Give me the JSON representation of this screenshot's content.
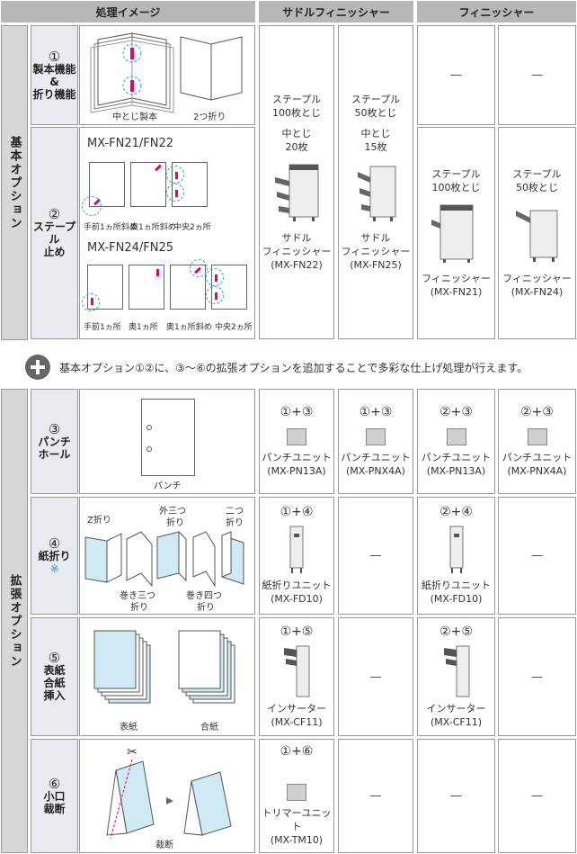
{
  "header": {
    "col_process": "処理イメージ",
    "col_saddle": "サドルフィニッシャー",
    "col_finisher": "フィニッシャー"
  },
  "groups": {
    "basic": "基本オプション",
    "extended": "拡張オプション"
  },
  "rows": {
    "r1": {
      "num": "①",
      "label_lines": [
        "製本機能",
        "&",
        "折り機能"
      ],
      "img_labels": [
        "中とじ製本",
        "2つ折り"
      ]
    },
    "r2": {
      "num": "②",
      "label_lines": [
        "ステープル",
        "止め"
      ],
      "model_a": "MX-FN21/FN22",
      "model_b": "MX-FN24/FN25",
      "labels_a": [
        "手前1ヵ所斜め",
        "奥1ヵ所斜め",
        "中央2ヵ所"
      ],
      "labels_b": [
        "手前1ヵ所",
        "奥1ヵ所",
        "奥1ヵ所斜め",
        "中央2ヵ所"
      ]
    },
    "r3": {
      "num": "③",
      "label_lines": [
        "パンチ",
        "ホール"
      ],
      "img_label": "パンチ"
    },
    "r4": {
      "num": "④",
      "label_lines": [
        "紙折り"
      ],
      "note_mark": "※",
      "img_labels": [
        "Z折り",
        "外三つ",
        "折り",
        "二つ",
        "折り",
        "巻き三つ",
        "折り",
        "巻き四つ",
        "折り"
      ]
    },
    "r5": {
      "num": "⑤",
      "label_lines": [
        "表紙",
        "合紙",
        "挿入"
      ],
      "img_labels": [
        "表紙",
        "合紙"
      ]
    },
    "r6": {
      "num": "⑥",
      "label_lines": [
        "小口",
        "裁断"
      ],
      "img_label": "裁断"
    }
  },
  "basic_cells": {
    "fn22": {
      "lines": [
        "ステープル",
        "100枚とじ"
      ],
      "mid": [
        "中とじ",
        "20枚"
      ],
      "name": [
        "サドル",
        "フィニッシャー",
        "(MX-FN22)"
      ]
    },
    "fn25": {
      "lines": [
        "ステープル",
        "50枚とじ"
      ],
      "mid": [
        "中とじ",
        "15枚"
      ],
      "name": [
        "サドル",
        "フィニッシャー",
        "(MX-FN25)"
      ]
    },
    "fn21": {
      "lines": [
        "ステープル",
        "100枚とじ"
      ],
      "name": [
        "フィニッシャー",
        "(MX-FN21)"
      ]
    },
    "fn24": {
      "lines": [
        "ステープル",
        "50枚とじ"
      ],
      "name": [
        "フィニッシャー",
        "(MX-FN24)"
      ]
    },
    "dash": "—"
  },
  "notice": "基本オプション①②に、③〜⑥の拡張オプションを追加することで多彩な仕上げ処理が行えます。",
  "ext_cells": {
    "r3": [
      {
        "combo": "①+③",
        "name": "パンチユニット",
        "model": "(MX-PN13A)"
      },
      {
        "combo": "①+③",
        "name": "パンチユニット",
        "model": "(MX-PNX4A)"
      },
      {
        "combo": "②+③",
        "name": "パンチユニット",
        "model": "(MX-PN13A)"
      },
      {
        "combo": "②+③",
        "name": "パンチユニット",
        "model": "(MX-PNX4A)"
      }
    ],
    "r4": [
      {
        "combo": "①+④",
        "name": "紙折りユニット",
        "model": "(MX-FD10)"
      },
      {
        "combo": "②+④",
        "name": "紙折りユニット",
        "model": "(MX-FD10)"
      }
    ],
    "r5": [
      {
        "combo": "①+⑤",
        "name": "インサーター",
        "model": "(MX-CF11)"
      },
      {
        "combo": "②+⑤",
        "name": "インサーター",
        "model": "(MX-CF11)"
      }
    ],
    "r6": [
      {
        "combo": "①+⑥",
        "name": "トリマーユニット",
        "model": "(MX-TM10)"
      }
    ]
  }
}
